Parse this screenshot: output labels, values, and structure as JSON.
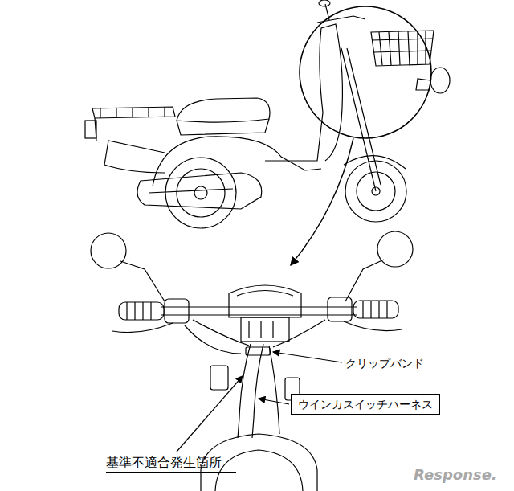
{
  "diagram": {
    "nodes": [
      {
        "text": [
          "ウインカスイッチハーネス"
        ]
      }
    ],
    "labels": [
      "クリップバンド",
      "基準不適合発生箇所",
      "Response."
    ]
  }
}
